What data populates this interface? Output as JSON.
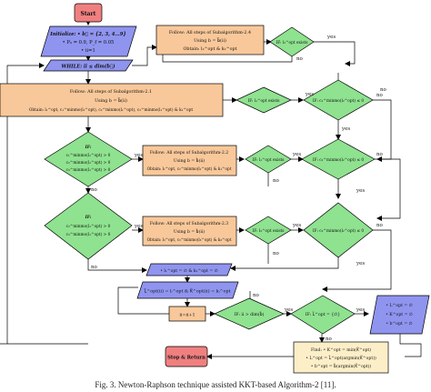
{
  "colors": {
    "start": "#f08080",
    "parallelogram": "#8f94ef",
    "process": "#f8c89a",
    "decision": "#8fe28f",
    "find": "#fcefc8",
    "line": "#000000"
  },
  "nodes": {
    "start": {
      "label": "Start"
    },
    "init": {
      "line1": "Initialize: • b⃗ = {2, 3, 4...9}",
      "line2": "• P₀ = 0.9,  P_f = 0.05",
      "line3": "• ii=1"
    },
    "while": {
      "label": "WHILE:  ii ≤ dim(b⃗)"
    },
    "s24": {
      "line1": "Follow: All steps of Subalgorithm-2.4",
      "line2": "Using b = b⃗(ii)",
      "line3": "Obtain: l₂^opt & k₂^opt"
    },
    "s21": {
      "line1": "Follow: All steps of Subalgorithm-2.1",
      "line2": "Using b = b⃗(ii)",
      "line3": "Obtain: l₁^opt, c₁^minmo(l₁^opt), c₂^minmo(l₁^opt), c₃^minmo(l₁^opt) & k₁^opt"
    },
    "s22": {
      "line1": "Follow: All steps of Subalgorithm-2.2",
      "line2": "Using b = b⃗(ii)",
      "line3": "Obtain: l₁^opt, c₂^minmo(l₁^opt) & k₁^opt"
    },
    "s23": {
      "line1": "Follow: All steps of Subalgorithm-2.3",
      "line2": "Using b = b⃗(ii)",
      "line3": "Obtain: l₃^opt, c₃^minmo(l₃^opt) & k₃^opt"
    },
    "d_if1": {
      "line1": "IF:",
      "line2": "c₁^minmo(l₁^opt) > 0",
      "line3": "c₂^minmo(l₁^opt) > 0",
      "line4": "c₃^minmo(l₁^opt) > 0"
    },
    "d_if2": {
      "line1": "IF:",
      "line2": "c₂^minmo(l₁^opt) > 0",
      "line3": "c₃^minmo(l₁^opt) > 0"
    },
    "d_l24": {
      "label": "IF: l₂^opt exists"
    },
    "d_l21": {
      "label": "IF: l₁^opt exists"
    },
    "d_l22": {
      "label": "IF: l₁^opt exists"
    },
    "d_l23": {
      "label": "IF: l₃^opt exists"
    },
    "d_c21": {
      "label": "IF: c₁^minmo(l₂^opt) ≤ 0"
    },
    "d_c22": {
      "label": "IF: c₂^minmo(l₂^opt) ≤ 0"
    },
    "d_c23": {
      "label": "IF: c₃^minmo(l₂^opt) ≤ 0"
    },
    "empty1": {
      "label": "• l₁^opt = ∅ & k₁^opt = ∅"
    },
    "lvec": {
      "label": "L⃗^opt(ii) = lᵢ^opt & K⃗^opt(ii) = kᵢ^opt"
    },
    "inc": {
      "label": "ii=ii+1"
    },
    "d_dim": {
      "label": "IF: ii > dim(b⃗)"
    },
    "d_empty": {
      "label": "IF: L⃗^opt = {∅}"
    },
    "out_empty": {
      "line1": "• L^opt = ∅",
      "line2": "• K^opt = ∅",
      "line3": "• b^opt = ∅"
    },
    "stop": {
      "label": "Stop & Return"
    },
    "find": {
      "line1": "Find: • K^opt = min(K⃗^opt)",
      "line2": "• L^opt = L⃗^opt(argmin(K⃗^opt))",
      "line3": "• b^opt = b⃗(argmin(K⃗^opt))"
    }
  },
  "edge_labels": {
    "yes": "yes",
    "no": "no"
  },
  "caption": "Fig. 3. Newton-Raphson technique assisted KKT-based Algorithm-2 [11]."
}
